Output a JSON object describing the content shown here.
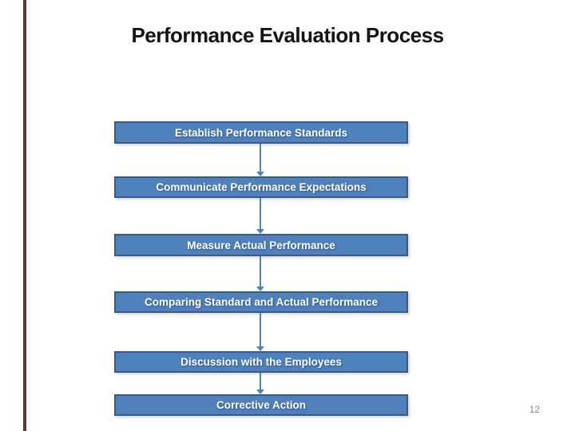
{
  "slide": {
    "title": "Performance Evaluation Process",
    "page_number": "12",
    "flow_steps": [
      {
        "label": "Establish Performance Standards"
      },
      {
        "label": "Communicate Performance Expectations"
      },
      {
        "label": "Measure Actual Performance"
      },
      {
        "label": "Comparing Standard and Actual Performance"
      },
      {
        "label": "Discussion with the Employees"
      },
      {
        "label": "Corrective Action"
      }
    ],
    "colors": {
      "box_fill": "#4f81bd",
      "box_border": "#3a5a82",
      "box_text": "#ffffff",
      "connector": "#4f81bd",
      "accent_bar": "#6b3336",
      "title_text": "#141414",
      "page_number_text": "#8a8a8a",
      "background": "#ffffff"
    }
  }
}
